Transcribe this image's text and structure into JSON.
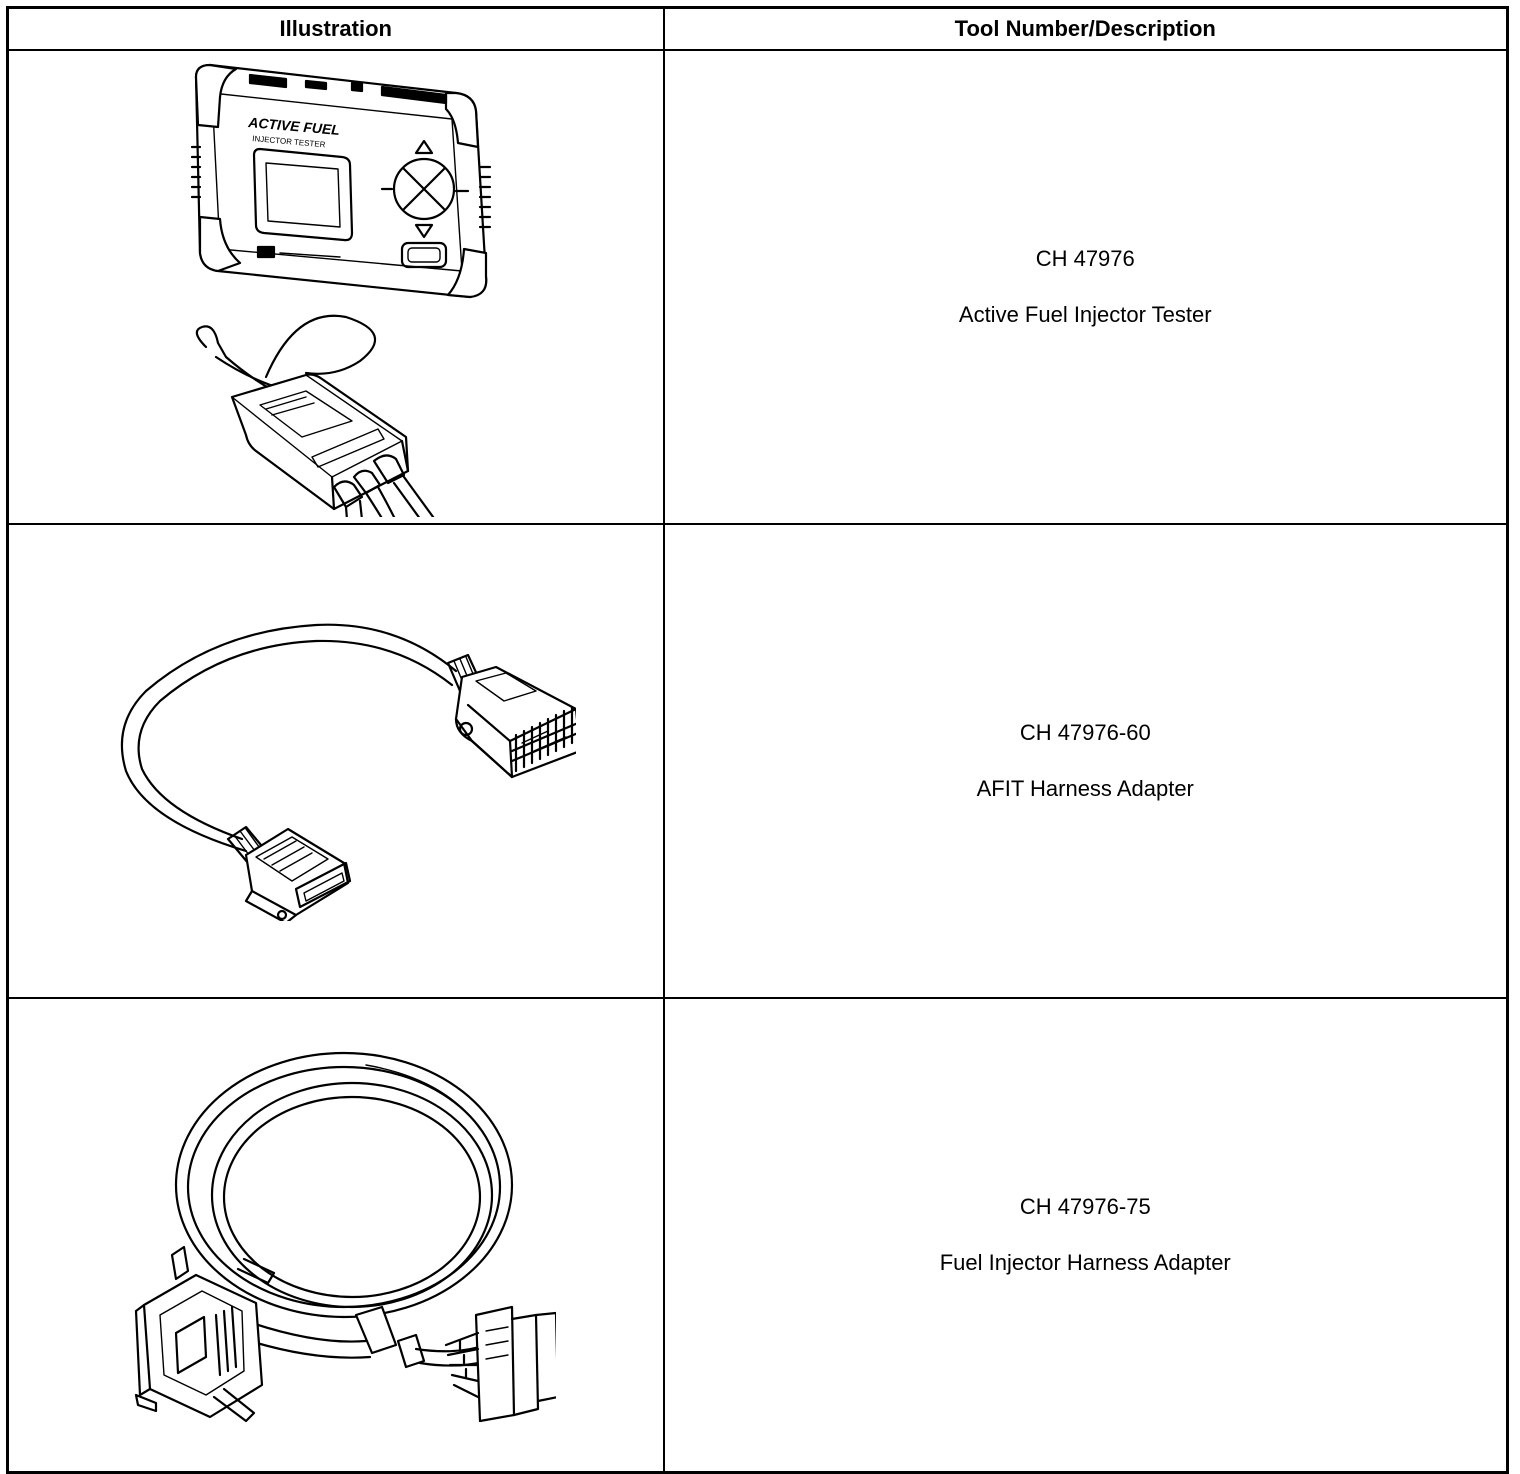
{
  "table": {
    "headers": {
      "illustration": "Illustration",
      "tool": "Tool Number/Description"
    },
    "rows": [
      {
        "tool_number": "CH 47976",
        "description": "Active Fuel Injector Tester",
        "illustration_icon": "active-fuel-injector-tester-icon",
        "device_labels": {
          "logo_top": "ACTIVE FUEL",
          "logo_bottom": "INJECTOR TESTER"
        }
      },
      {
        "tool_number": "CH 47976-60",
        "description": "AFIT Harness Adapter",
        "illustration_icon": "afit-harness-adapter-icon"
      },
      {
        "tool_number": "CH 47976-75",
        "description": "Fuel Injector Harness Adapter",
        "illustration_icon": "fuel-injector-harness-adapter-icon"
      }
    ]
  }
}
